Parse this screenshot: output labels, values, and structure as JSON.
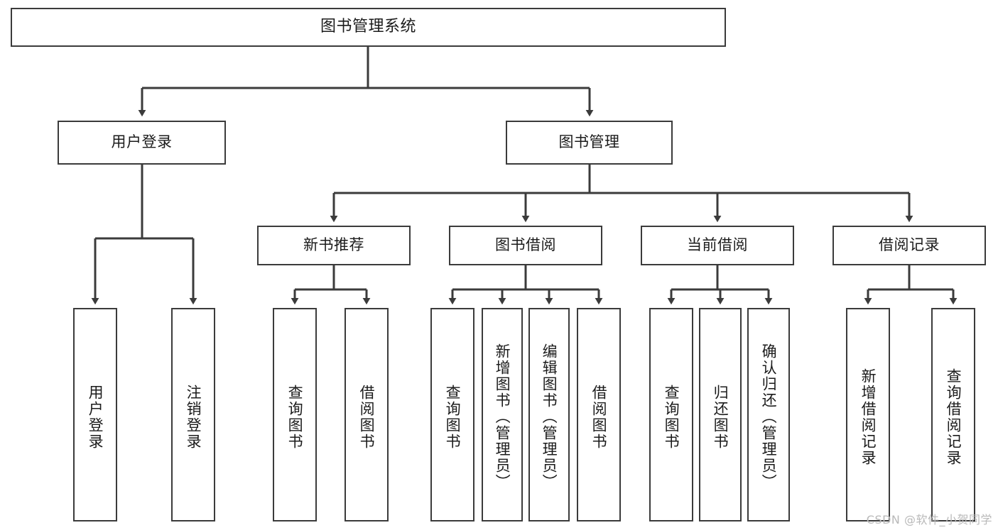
{
  "diagram": {
    "type": "tree",
    "title": "图书管理系统",
    "stroke_color": "#3b3b3b",
    "background_color": "#ffffff",
    "nodes": {
      "root": {
        "label": "图书管理系统"
      },
      "level2": [
        {
          "id": "user-login",
          "label": "用户登录"
        },
        {
          "id": "book-manage",
          "label": "图书管理"
        }
      ],
      "level3": [
        {
          "id": "new-book-recommend",
          "label": "新书推荐"
        },
        {
          "id": "book-borrow",
          "label": "图书借阅"
        },
        {
          "id": "current-borrow",
          "label": "当前借阅"
        },
        {
          "id": "borrow-record",
          "label": "借阅记录"
        }
      ],
      "leaves": {
        "user_login": [
          {
            "id": "leaf-user-login",
            "label": "用户登录"
          },
          {
            "id": "leaf-logout",
            "label": "注销登录"
          }
        ],
        "new_book_recommend": [
          {
            "id": "leaf-query-book-1",
            "label": "查询图书"
          },
          {
            "id": "leaf-borrow-book-1",
            "label": "借阅图书"
          }
        ],
        "book_borrow": [
          {
            "id": "leaf-query-book-2",
            "label": "查询图书"
          },
          {
            "id": "leaf-add-book",
            "label": "新增图书（管理员）"
          },
          {
            "id": "leaf-edit-book",
            "label": "编辑图书（管理员）"
          },
          {
            "id": "leaf-borrow-book-2",
            "label": "借阅图书"
          }
        ],
        "current_borrow": [
          {
            "id": "leaf-query-book-3",
            "label": "查询图书"
          },
          {
            "id": "leaf-return-book",
            "label": "归还图书"
          },
          {
            "id": "leaf-confirm-return",
            "label": "确认归还（管理员）"
          }
        ],
        "borrow_record": [
          {
            "id": "leaf-add-record",
            "label": "新增借阅记录"
          },
          {
            "id": "leaf-query-record",
            "label": "查询借阅记录"
          }
        ]
      }
    }
  },
  "watermark": {
    "text": "CSDN @软件_小贺同学"
  }
}
